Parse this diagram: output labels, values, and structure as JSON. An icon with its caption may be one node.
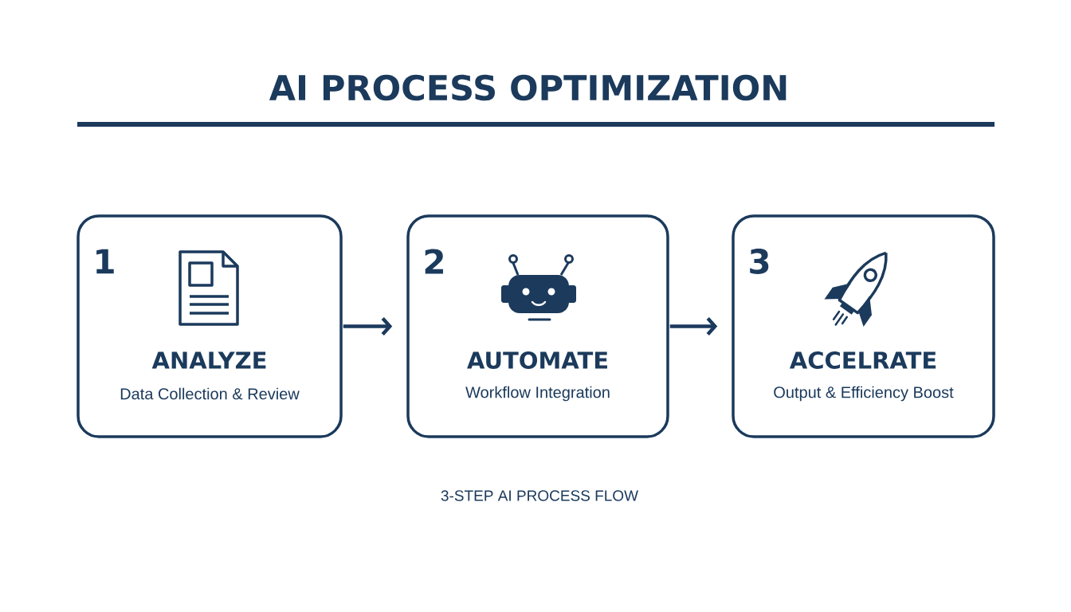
{
  "diagram": {
    "title": "AI PROCESS OPTIMIZATION",
    "caption": "3-STEP AI PROCESS FLOW",
    "nodes": [
      {
        "text": [
          "1",
          "ANALYZE",
          "Data Collection & Review"
        ]
      },
      {
        "text": [
          "2",
          "AUTOMATE",
          "Workflow Integration"
        ]
      },
      {
        "text": [
          "3",
          "ACCELRATE",
          "Output & Efficiency Boost"
        ]
      }
    ],
    "edges": [
      {
        "from": 0,
        "to": 1,
        "arrow": "to"
      },
      {
        "from": 1,
        "to": 2,
        "arrow": "to"
      }
    ]
  }
}
